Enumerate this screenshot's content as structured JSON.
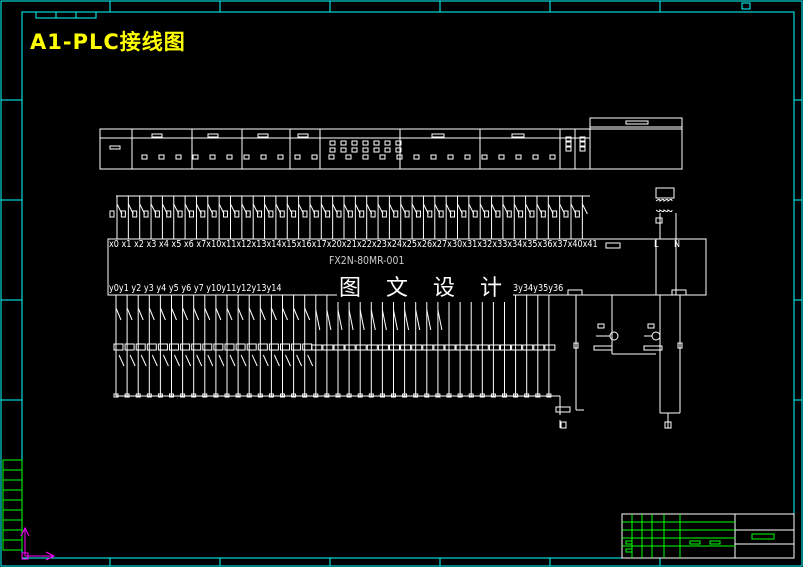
{
  "drawing": {
    "title": "A1-PLC接线图",
    "watermark": "图 文 设 计",
    "model_text": "FX2N-80MR-001",
    "inputs_label": "x0 x1 x2 x3 x4 x5 x6 x7x10x11x12x13x14x15x16x17x20x21x22x23x24x25x26x27x30x31x32x33x34x35x36x37x40x41",
    "power_label_l": "L",
    "power_label_n": "N",
    "outputs_label": "y0y1 y2 y3 y4 y5 y6 y7 y10y11y12y13y14",
    "outputs_label_right": "y32y33y34y35y36"
  },
  "colors": {
    "background": "#000000",
    "line": "#ffffff",
    "title": "#ffff00",
    "frame_cyan": "#00ffff",
    "green": "#00ff00",
    "magenta": "#ff00ff"
  }
}
